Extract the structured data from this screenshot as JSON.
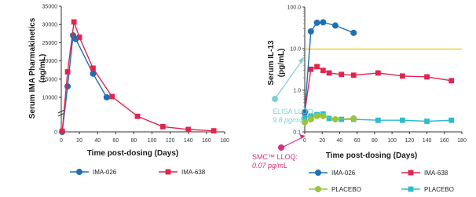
{
  "chart_data": [
    {
      "type": "line",
      "xlabel": "Time post-dosing (Days)",
      "ylabel": "Serum IMA Pharmakinetics (ng/mL)",
      "xlim": [
        0,
        180
      ],
      "ylim": [
        0,
        35000
      ],
      "x_ticks": [
        "0",
        "20",
        "40",
        "60",
        "80",
        "100",
        "120",
        "140",
        "160",
        "180"
      ],
      "y_ticks": [
        "0",
        "10000",
        "15000",
        "20000",
        "25000",
        "30000",
        "35000"
      ],
      "grid": false,
      "legend_position": "bottom",
      "series": [
        {
          "name": "IMA-026",
          "color": "#1f6fb2",
          "marker": "circle",
          "x": [
            1,
            7,
            13,
            16,
            35,
            50
          ],
          "y": [
            0,
            13000,
            27000,
            26000,
            16500,
            10000
          ]
        },
        {
          "name": "IMA-638",
          "color": "#e0264f",
          "marker": "square",
          "x": [
            1,
            7,
            14,
            20,
            35,
            56,
            84,
            112,
            140,
            168
          ],
          "y": [
            200,
            17000,
            30700,
            26500,
            18000,
            10200,
            4500,
            1500,
            700,
            300
          ]
        }
      ]
    },
    {
      "type": "line",
      "xlabel": "Time post-dosing (Days)",
      "ylabel": "Serum IL-13 (pg/mL)",
      "xlim": [
        0,
        180
      ],
      "ylim": [
        0.1,
        100
      ],
      "yscale": "log",
      "x_ticks": [
        "0",
        "20",
        "40",
        "60",
        "80",
        "100",
        "120",
        "140",
        "160",
        "180"
      ],
      "y_ticks": [
        "0.1",
        "1.0",
        "10.0",
        "100.0"
      ],
      "grid": false,
      "legend_position": "bottom",
      "reference_line": {
        "y": 9.8,
        "color": "#e3c427"
      },
      "annotations": [
        {
          "lines": [
            "ELISA LLOQ:",
            "9.8 pg/mL"
          ],
          "color": "#7ecfcf"
        },
        {
          "lines": [
            "SMC™ LLOQ:",
            "0.07 pg/mL"
          ],
          "color": "#d6307f"
        }
      ],
      "series": [
        {
          "name": "IMA-026",
          "color": "#1f6fb2",
          "marker": "circle",
          "x": [
            0,
            7,
            14,
            21,
            35,
            56
          ],
          "y": [
            0.3,
            26,
            42,
            43,
            36,
            24
          ]
        },
        {
          "name": "IMA-638",
          "color": "#e0264f",
          "marker": "square",
          "x": [
            0,
            7,
            14,
            21,
            28,
            42,
            56,
            84,
            112,
            140,
            168
          ],
          "y": [
            0.3,
            3.2,
            3.7,
            3.0,
            2.6,
            2.4,
            2.3,
            2.6,
            2.2,
            2.1,
            1.7
          ]
        },
        {
          "name": "PLACEBO",
          "color": "#9ac43c",
          "marker": "circle",
          "x": [
            0,
            7,
            14,
            21,
            35,
            56
          ],
          "y": [
            0.17,
            0.2,
            0.24,
            0.24,
            0.2,
            0.21
          ]
        },
        {
          "name": "PLACEBO",
          "color": "#2bbdcc",
          "marker": "square",
          "x": [
            0,
            7,
            14,
            21,
            28,
            42,
            56,
            84,
            112,
            140,
            168
          ],
          "y": [
            0.22,
            0.24,
            0.26,
            0.27,
            0.21,
            0.2,
            0.2,
            0.19,
            0.19,
            0.18,
            0.19
          ]
        }
      ]
    }
  ]
}
